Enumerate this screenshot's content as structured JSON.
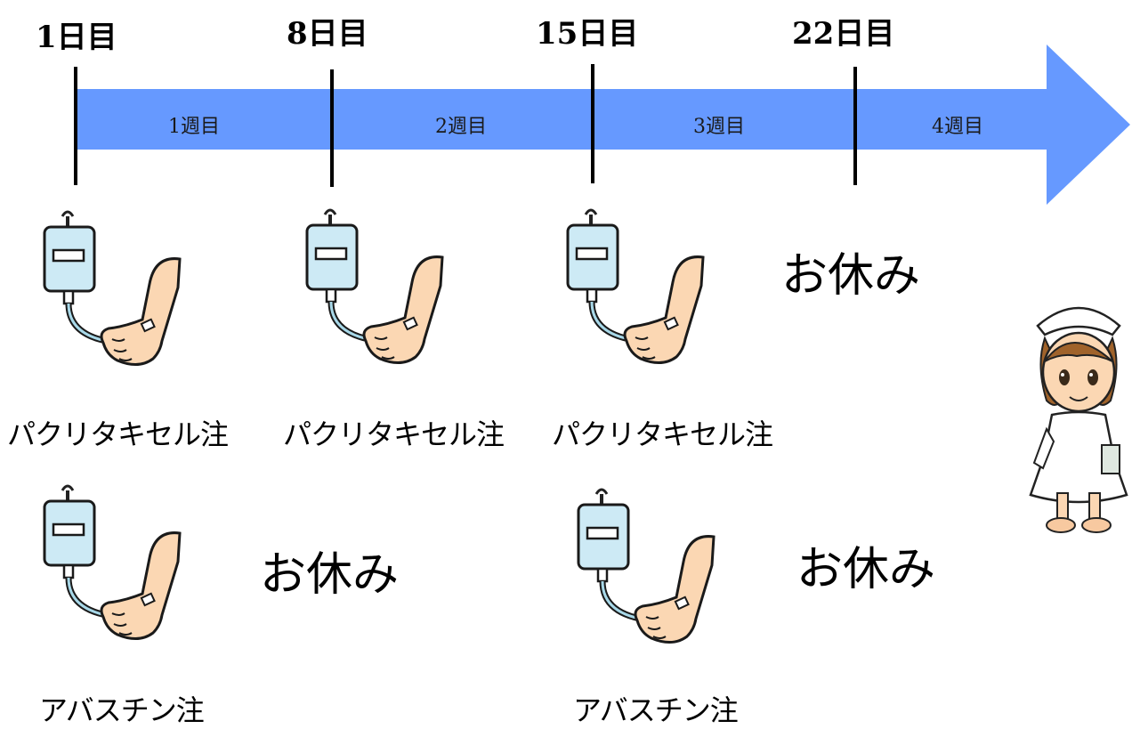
{
  "timeline": {
    "days": [
      "1日目",
      "8日目",
      "15日目",
      "22日目"
    ],
    "weeks": [
      "1週目",
      "2週目",
      "3週目",
      "4週目"
    ],
    "arrow_color": "#6699ff"
  },
  "row1": {
    "items": [
      {
        "type": "drip",
        "label": "パクリタキセル注"
      },
      {
        "type": "drip",
        "label": "パクリタキセル注"
      },
      {
        "type": "drip",
        "label": "パクリタキセル注"
      },
      {
        "type": "rest",
        "label": "お休み"
      }
    ]
  },
  "row2": {
    "items": [
      {
        "type": "drip",
        "label": "アバスチン注"
      },
      {
        "type": "rest",
        "label": "お休み"
      },
      {
        "type": "drip",
        "label": "アバスチン注"
      },
      {
        "type": "rest",
        "label": "お休み"
      }
    ]
  },
  "icons": {
    "drip": "iv-drip-arm-icon",
    "nurse": "nurse-illustration"
  }
}
